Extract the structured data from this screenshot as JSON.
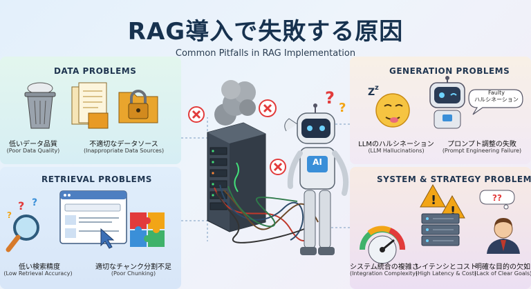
{
  "title": "RAG導入で失敗する原因",
  "subtitle": "Common Pitfalls in RAG Implementation",
  "panels": {
    "data": {
      "heading": "DATA PROBLEMS",
      "items": [
        {
          "label": "低いデータ品質",
          "sublabel": "(Poor Data Quality)",
          "icon": "trash-can-icon"
        },
        {
          "label": "不適切なデータソース",
          "sublabel": "(Inappropriate Data Sources)",
          "icon": "document-folder-icon"
        }
      ]
    },
    "retrieval": {
      "heading": "RETRIEVAL PROBLEMS",
      "items": [
        {
          "label": "低い検索精度",
          "sublabel": "(Low Retrieval Accuracy)",
          "icon": "magnifier-icon"
        },
        {
          "label": "適切なチャンク分割不足",
          "sublabel": "(Poor Chunking)",
          "icon": "puzzle-icon"
        }
      ]
    },
    "generation": {
      "heading": "GENERATION PROBLEMS",
      "bubble": "Faulty\nハルシネーション",
      "items": [
        {
          "label": "LLMのハルシネーション",
          "sublabel": "(LLM Hallucinations)",
          "icon": "dizzy-face-icon"
        },
        {
          "label": "プロンプト調整の失敗",
          "sublabel": "(Prompt Engineering Failure)",
          "icon": "robot-icon"
        }
      ]
    },
    "system": {
      "heading": "SYSTEM & STRATEGY PROBLEMS",
      "items": [
        {
          "label": "システム統合の複雑さ",
          "sublabel": "(Integration Complexity)",
          "icon": "gauge-icon"
        },
        {
          "label": "レイテンシとコスト",
          "sublabel": "(High Latency & Cost)",
          "icon": "server-warning-icon"
        },
        {
          "label": "明確な目的の欠如",
          "sublabel": "(Lack of Clear Goals)",
          "icon": "businessman-icon"
        }
      ]
    }
  },
  "robot_chest_label": "AI",
  "colors": {
    "title": "#17324f",
    "error": "#e23b3b",
    "warning": "#f2a516",
    "accent_blue": "#3a8fd8"
  }
}
